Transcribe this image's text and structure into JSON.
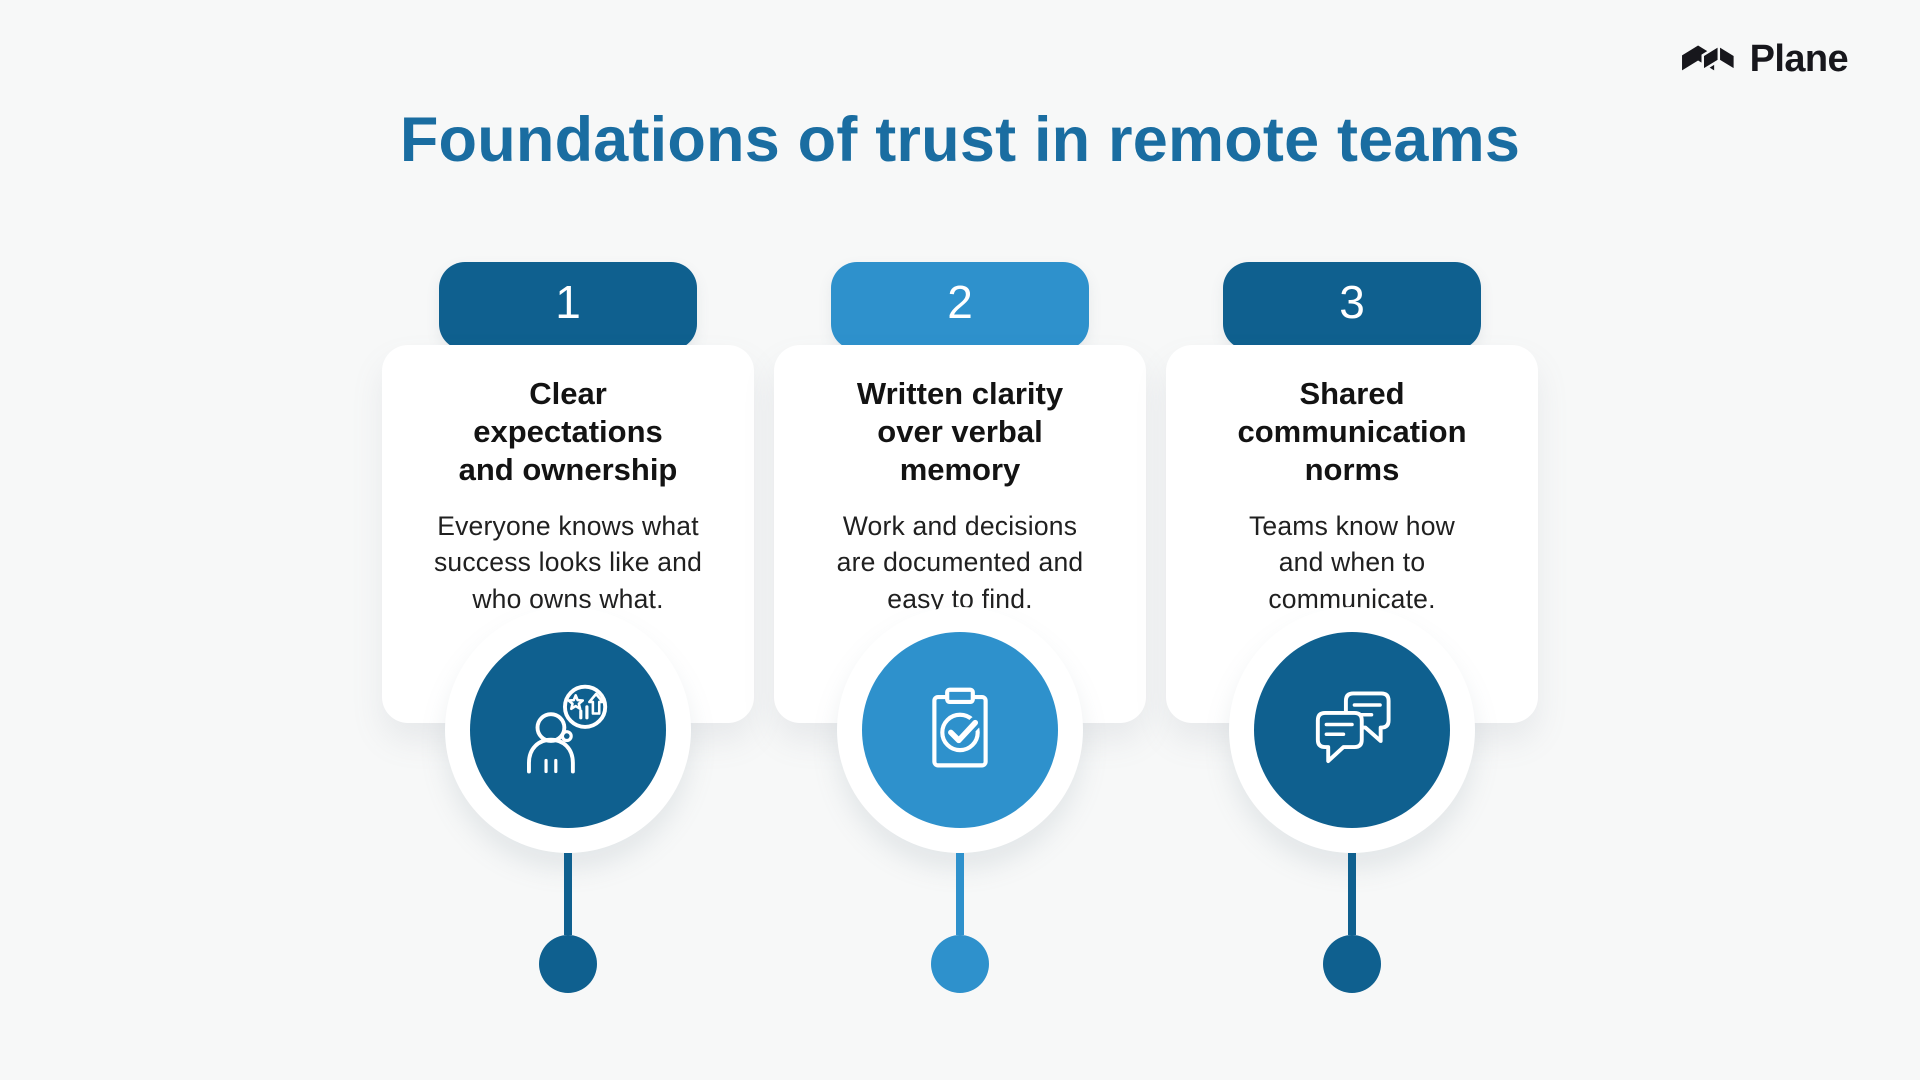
{
  "title": "Foundations of trust in remote teams",
  "logo": {
    "text": "Plane",
    "icon": "plane-logo-icon"
  },
  "colors": {
    "page-bg": "#f7f8f8",
    "card-bg": "#ffffff",
    "title-blue": "#1a6da1",
    "dark-blue": "#0f608f",
    "light-blue": "#2e91cc",
    "text-dark": "#1e1e1e"
  },
  "cards": [
    {
      "number": "1",
      "theme": "dark",
      "title": "Clear\nexpectations\nand ownership",
      "description": "Everyone knows what\nsuccess looks like and\nwho owns what.",
      "icon": "person-goals-icon"
    },
    {
      "number": "2",
      "theme": "light",
      "title": "Written clarity\nover verbal\nmemory",
      "description": "Work and decisions\nare documented and\neasy to find.",
      "icon": "clipboard-check-icon"
    },
    {
      "number": "3",
      "theme": "dark",
      "title": "Shared\ncommunication\nnorms",
      "description": "Teams know how\nand when to\ncommunicate.",
      "icon": "chat-bubbles-icon"
    }
  ]
}
